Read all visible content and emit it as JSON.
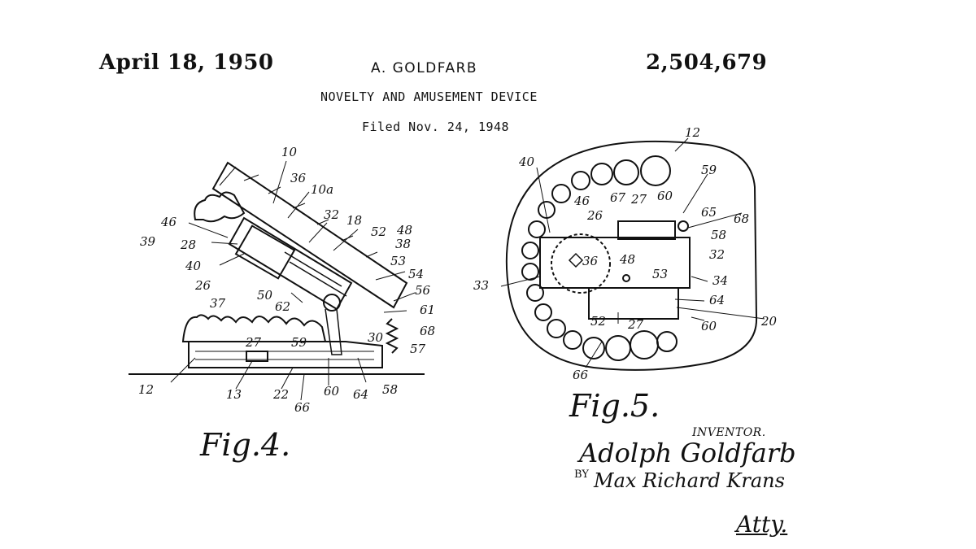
{
  "header": {
    "date": "April 18, 1950",
    "inventor": "A. GOLDFARB",
    "patent_number": "2,504,679",
    "title": "NOVELTY AND AMUSEMENT DEVICE",
    "filed": "Filed Nov. 24, 1948"
  },
  "figure4": {
    "label": "Fig.4.",
    "refs": [
      "10",
      "36",
      "10a",
      "32",
      "18",
      "52",
      "48",
      "38",
      "46",
      "39",
      "28",
      "40",
      "53",
      "54",
      "26",
      "56",
      "37",
      "50",
      "62",
      "61",
      "68",
      "27",
      "59",
      "30",
      "57",
      "12",
      "13",
      "22",
      "60",
      "64",
      "58",
      "66"
    ]
  },
  "figure5": {
    "label": "Fig.5.",
    "refs": [
      "12",
      "40",
      "59",
      "46",
      "67",
      "27",
      "60",
      "26",
      "65",
      "68",
      "58",
      "36",
      "48",
      "32",
      "53",
      "34",
      "33",
      "64",
      "20",
      "52",
      "27",
      "60",
      "66"
    ]
  },
  "signature": {
    "inventor_label": "INVENTOR.",
    "inventor_name": "Adolph Goldfarb",
    "by_label": "BY",
    "attorney_name": "Max Richard Krans",
    "atty_label": "Atty."
  }
}
